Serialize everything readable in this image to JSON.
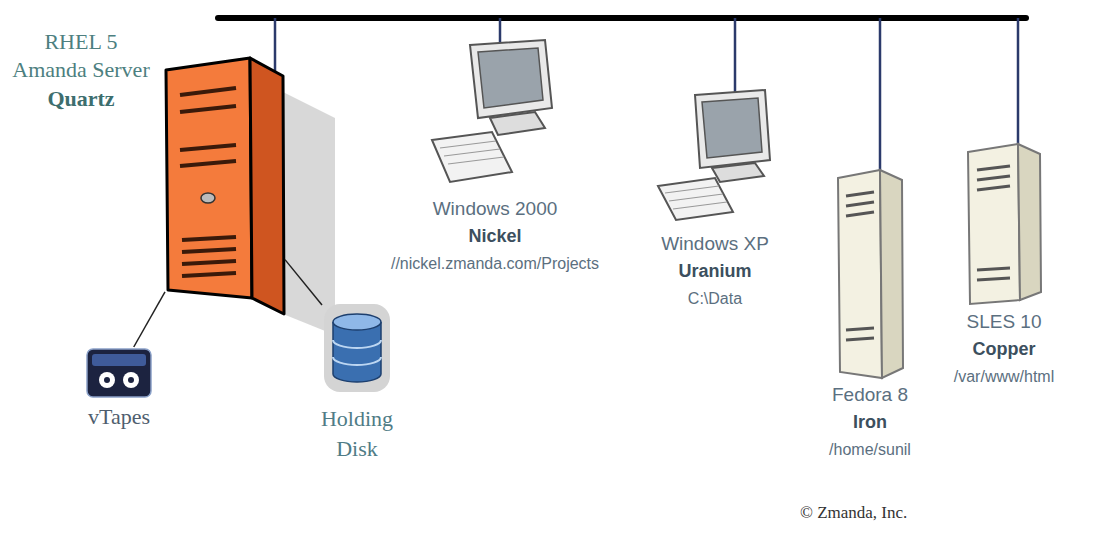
{
  "diagram": {
    "nodes": [
      {
        "text": [
          "RHEL 5 Amanda Server",
          "Quartz"
        ]
      },
      {
        "text": [
          "Windows 2000",
          "Nickel",
          "//nickel.zmanda.com/Projects"
        ]
      },
      {
        "text": [
          "Windows XP",
          "Uranium",
          "C:\\Data"
        ]
      },
      {
        "text": [
          "Fedora 8",
          "Iron",
          "/home/sunil"
        ]
      },
      {
        "text": [
          "SLES 10",
          "Copper",
          "/var/www/html"
        ]
      },
      {
        "text": [
          "vTapes"
        ]
      },
      {
        "text": [
          "Holding Disk"
        ]
      }
    ],
    "edges": [
      {
        "from": 0,
        "to": 5,
        "arrow": "none"
      },
      {
        "from": 0,
        "to": 6,
        "arrow": "none"
      }
    ],
    "labels": [
      "© Zmanda, Inc."
    ]
  }
}
